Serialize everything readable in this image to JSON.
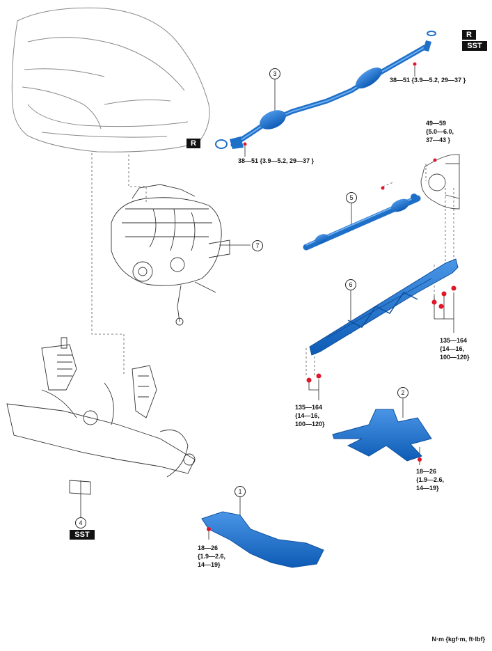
{
  "parts": {
    "p1": "1",
    "p2": "2",
    "p3": "3",
    "p4": "4",
    "p5": "5",
    "p6": "6",
    "p7": "7"
  },
  "tags": {
    "r_top": "R",
    "sst_top": "SST",
    "r_left": "R",
    "sst_bottom": "SST"
  },
  "torques": {
    "exhaust_front": "38—51 {3.9—5.2, 29—37 }",
    "exhaust_rear": "38—51 {3.9—5.2, 29—37 }",
    "diff_mount": [
      "49—59",
      "{5.0—6.0,",
      "37—43 }"
    ],
    "brace_rear": [
      "135—164",
      "{14—16,",
      "100—120}"
    ],
    "brace_front": [
      "135—164",
      "{14—16,",
      "100—120}"
    ],
    "cover_right": [
      "18—26",
      "{1.9—2.6,",
      "14—19}"
    ],
    "cover_left": [
      "18—26",
      "{1.9—2.6,",
      "14—19}"
    ]
  },
  "units_legend": "N·m {kgf·m, ft·lbf}",
  "colors": {
    "part_blue": "#1e6fc8",
    "part_blue_dark": "#0d4f9c",
    "bolt_red": "#e0152a",
    "line": "#555555"
  }
}
